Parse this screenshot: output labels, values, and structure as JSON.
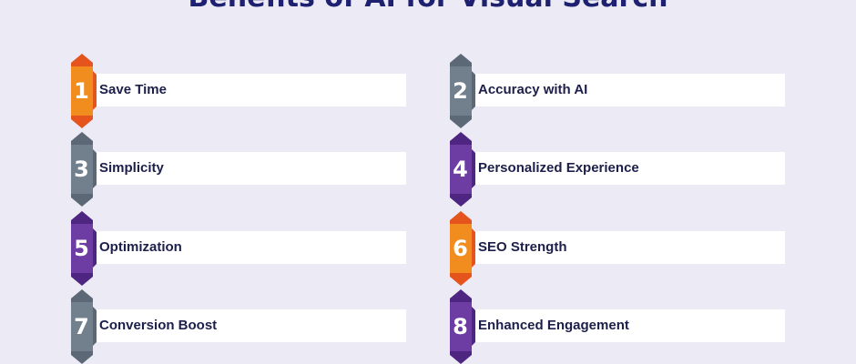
{
  "title": "Benefits of AI for Visual Search",
  "colors": {
    "background": "#ecebf5",
    "title": "#1e2070",
    "orange_light": "#f18c1e",
    "orange_dark": "#e4541c",
    "slate_light": "#727f8d",
    "slate_dark": "#5c6876",
    "purple_light": "#6e3da3",
    "purple_dark": "#4e2580"
  },
  "items": [
    {
      "number": "1",
      "label": "Save Time",
      "color": "orange"
    },
    {
      "number": "2",
      "label": "Accuracy with AI",
      "color": "slate"
    },
    {
      "number": "3",
      "label": "Simplicity",
      "color": "slate"
    },
    {
      "number": "4",
      "label": "Personalized Experience",
      "color": "purple"
    },
    {
      "number": "5",
      "label": "Optimization",
      "color": "purple"
    },
    {
      "number": "6",
      "label": "SEO Strength",
      "color": "orange"
    },
    {
      "number": "7",
      "label": "Conversion Boost",
      "color": "slate"
    },
    {
      "number": "8",
      "label": "Enhanced Engagement",
      "color": "purple"
    }
  ]
}
